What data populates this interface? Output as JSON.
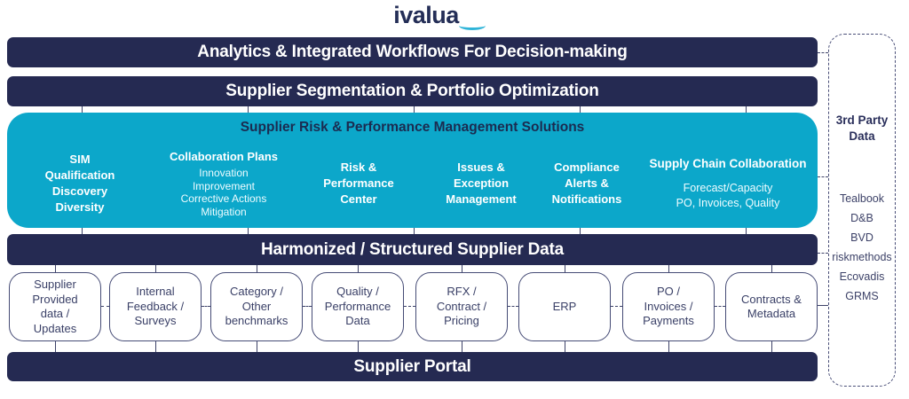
{
  "logo": {
    "text": "ivalua"
  },
  "bars": {
    "analytics": "Analytics & Integrated Workflows For Decision-making",
    "segmentation": "Supplier Segmentation & Portfolio Optimization",
    "harmonized": "Harmonized / Structured Supplier Data",
    "portal": "Supplier Portal"
  },
  "solutions": {
    "title": "Supplier Risk & Performance Management Solutions",
    "columns": [
      {
        "header": "SIM\nQualification\nDiscovery\nDiversity"
      },
      {
        "header": "Collaboration Plans",
        "sub": "Innovation\nImprovement\nCorrective Actions\nMitigation"
      },
      {
        "header": "Risk &\nPerformance\nCenter"
      },
      {
        "header": "Issues &\nException\nManagement"
      },
      {
        "header": "Compliance\nAlerts &\nNotifications"
      },
      {
        "header": "Supply Chain Collaboration",
        "sub": "Forecast/Capacity\nPO, Invoices, Quality"
      }
    ]
  },
  "data_sources": [
    "Supplier\nProvided\ndata /\nUpdates",
    "Internal\nFeedback /\nSurveys",
    "Category /\nOther\nbenchmarks",
    "Quality /\nPerformance\nData",
    "RFX /\nContract /\nPricing",
    "ERP",
    "PO /\nInvoices /\nPayments",
    "Contracts &\nMetadata"
  ],
  "third_party": {
    "title": "3rd Party\nData",
    "vendors": [
      "Tealbook",
      "D&B",
      "BVD",
      "riskmethods",
      "Ecovadis",
      "GRMS"
    ]
  },
  "colors": {
    "navy": "#252a52",
    "cyan": "#0ca7ca",
    "ink": "#3d4268",
    "swoosh": "#2fb4d8",
    "bg": "#ffffff"
  }
}
